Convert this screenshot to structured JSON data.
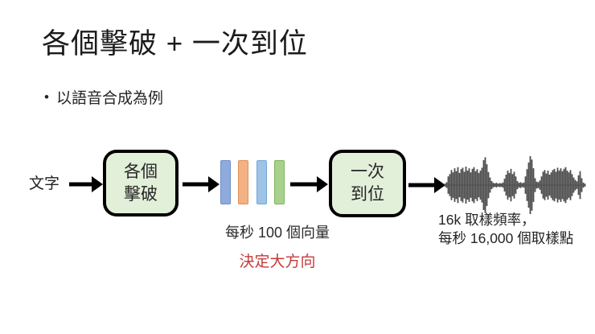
{
  "slide": {
    "title": "各個擊破 + 一次到位",
    "bullet_marker": "•",
    "bullet": "以語音合成為例"
  },
  "diagram": {
    "input_label": "文字",
    "stage1": {
      "label": "各個\n擊破"
    },
    "stage2": {
      "label": "一次\n到位"
    },
    "vectors": {
      "caption": "每秒 100 個向量",
      "subcaption": "決定大方向",
      "subcaption_color": "#C43B3B",
      "bars": [
        {
          "name": "vector-bar-blue",
          "fill": "#8FAADC",
          "border": "#6E8FC9"
        },
        {
          "name": "vector-bar-orange",
          "fill": "#F4B183",
          "border": "#E09256"
        },
        {
          "name": "vector-bar-lightblue",
          "fill": "#9DC3E6",
          "border": "#74A7D6"
        },
        {
          "name": "vector-bar-green",
          "fill": "#A9D18E",
          "border": "#7FB35B"
        }
      ]
    },
    "waveform": {
      "caption_line1": "16k 取樣頻率，",
      "caption_line2": "每秒 16,000 個取樣點",
      "color": "#4d4d4d",
      "samples": [
        0.05,
        0.1,
        0.3,
        0.38,
        0.52,
        0.44,
        0.58,
        0.48,
        0.62,
        0.42,
        0.55,
        0.6,
        0.46,
        0.64,
        0.5,
        0.58,
        0.44,
        0.56,
        0.62,
        0.48,
        0.55,
        0.42,
        0.5,
        0.6,
        0.86,
        0.96,
        0.72,
        0.45,
        0.26,
        0.14,
        0.08,
        0.06,
        0.08,
        0.05,
        0.07,
        0.06,
        0.09,
        0.22,
        0.36,
        0.5,
        0.42,
        0.56,
        0.38,
        0.46,
        0.3,
        0.14,
        0.08,
        0.1,
        0.07,
        0.09,
        0.3,
        0.55,
        0.78,
        1.0,
        0.88,
        0.58,
        0.24,
        0.12,
        0.1,
        0.16,
        0.3,
        0.46,
        0.52,
        0.4,
        0.5,
        0.36,
        0.44,
        0.52,
        0.56,
        0.46,
        0.6,
        0.5,
        0.58,
        0.48,
        0.56,
        0.62,
        0.5,
        0.44,
        0.52,
        0.38,
        0.26,
        0.18,
        0.13,
        0.34,
        0.48,
        0.24,
        0.09,
        0.05
      ]
    }
  },
  "colors": {
    "box_fill": "#E2EFD9",
    "box_border": "#000000",
    "text": "#1f1f1f"
  }
}
